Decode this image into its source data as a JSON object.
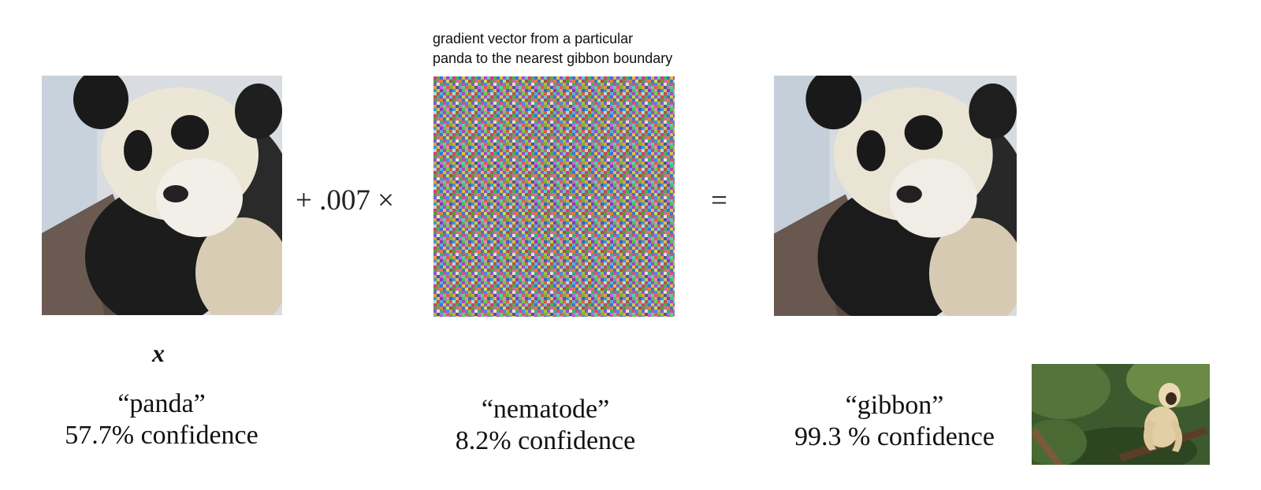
{
  "diagram": {
    "noise_caption": {
      "line1": "gradient vector from a particular",
      "line2": "panda to the nearest gibbon boundary"
    },
    "operator_plus": "+ .007 ×",
    "operator_equals": "=",
    "input_variable": "x",
    "panels": [
      {
        "label": "“panda”",
        "confidence": "57.7% confidence"
      },
      {
        "label": "“nematode”",
        "confidence": "8.2% confidence"
      },
      {
        "label": "“gibbon”",
        "confidence": "99.3 % confidence"
      }
    ],
    "icons": {
      "left_image": "panda-photo-icon",
      "noise_image": "noise-pattern-icon",
      "right_image": "perturbed-panda-photo-icon",
      "gibbon_thumb": "gibbon-photo-icon"
    }
  }
}
